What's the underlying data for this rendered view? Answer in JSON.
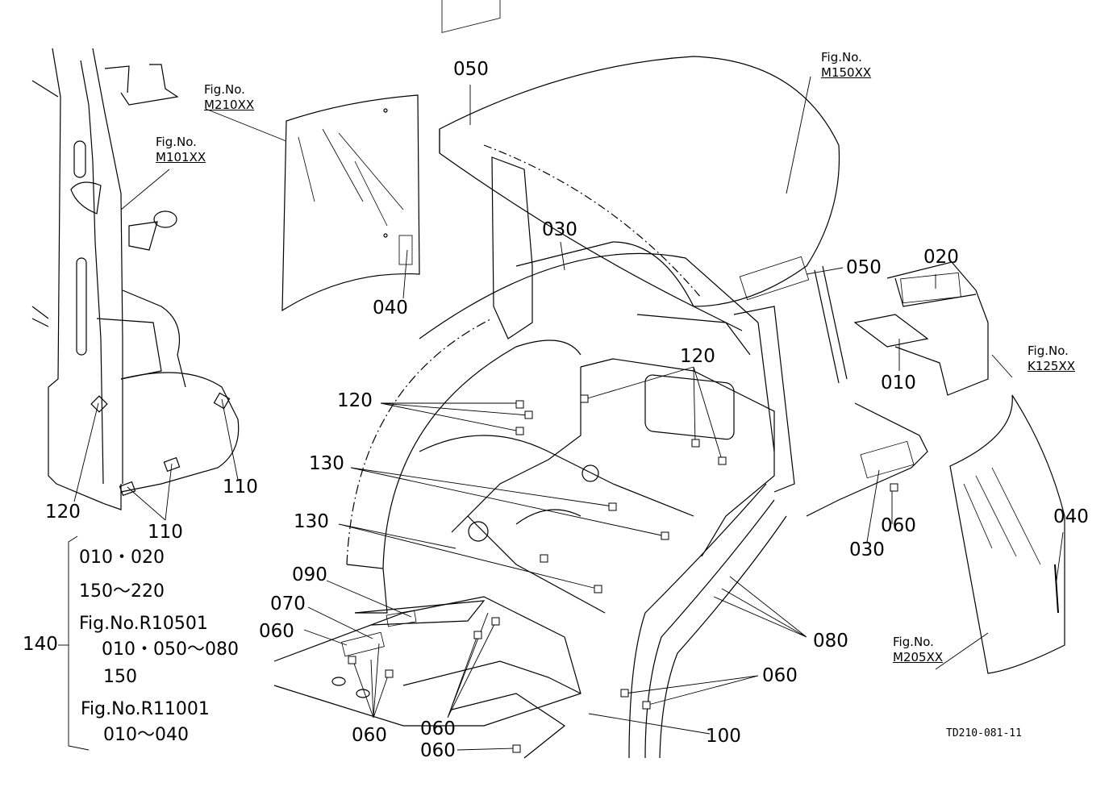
{
  "fig_refs": {
    "m210": {
      "line1": "Fig.No.",
      "line2": "M210XX"
    },
    "m101": {
      "line1": "Fig.No.",
      "line2": "M101XX"
    },
    "m150": {
      "line1": "Fig.No.",
      "line2": "M150XX"
    },
    "k125": {
      "line1": "Fig.No.",
      "line2": "K125XX"
    },
    "m205": {
      "line1": "Fig.No.",
      "line2": "M205XX"
    }
  },
  "callouts": {
    "c050_top": "050",
    "c050_right": "050",
    "c020": "020",
    "c010": "010",
    "c030_mid": "030",
    "c030_right": "030",
    "c040_left": "040",
    "c040_right": "040",
    "c120_left": "120",
    "c120_center": "120",
    "c120_right": "120",
    "c130_a": "130",
    "c130_b": "130",
    "c110_a": "110",
    "c110_b": "110",
    "c090": "090",
    "c070": "070",
    "c060_a": "060",
    "c060_b": "060",
    "c060_c": "060",
    "c060_d": "060",
    "c060_e": "060",
    "c060_f": "060",
    "c080": "080",
    "c100": "100",
    "c140": "140"
  },
  "kit_note": {
    "line1": "010・020",
    "line2": "150～220",
    "line3": "Fig.No.R10501",
    "line4": "010・050～080",
    "line5": "150",
    "line6": "Fig.No.R11001",
    "line7": "010～040"
  },
  "drawing_code": "TD210-081-11"
}
